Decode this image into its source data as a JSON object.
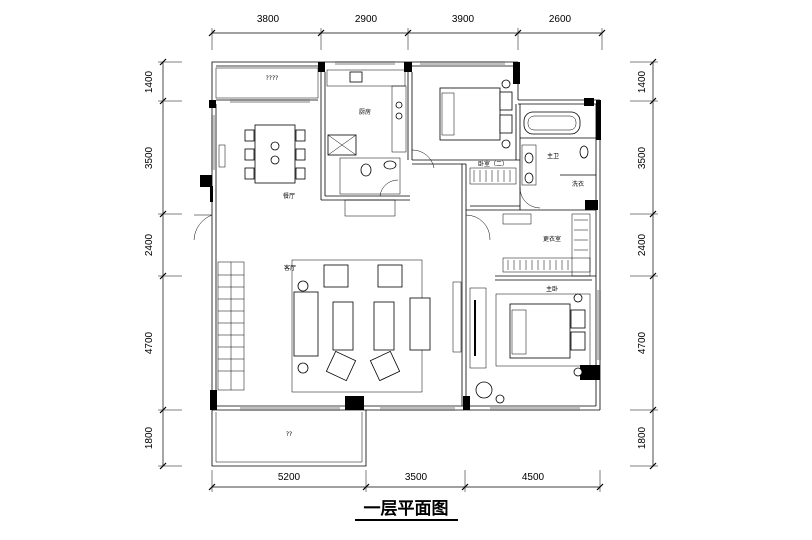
{
  "title": "一层平面图",
  "dimensions": {
    "top": [
      "3800",
      "2900",
      "3900",
      "2600"
    ],
    "bottom": [
      "5200",
      "3500",
      "4500"
    ],
    "left": [
      "1400",
      "3500",
      "2400",
      "4700",
      "1800"
    ],
    "right": [
      "1400",
      "3500",
      "2400",
      "4700",
      "1800"
    ]
  },
  "rooms": {
    "kitchen": "厨房",
    "dining": "餐厅",
    "bedroom2": "卧室（二）",
    "master_bath": "主卫",
    "wash": "洗衣",
    "closet": "更衣室",
    "living": "客厅",
    "master_bedroom": "主卧",
    "balcony_top": "????",
    "balcony_bottom": "??"
  }
}
